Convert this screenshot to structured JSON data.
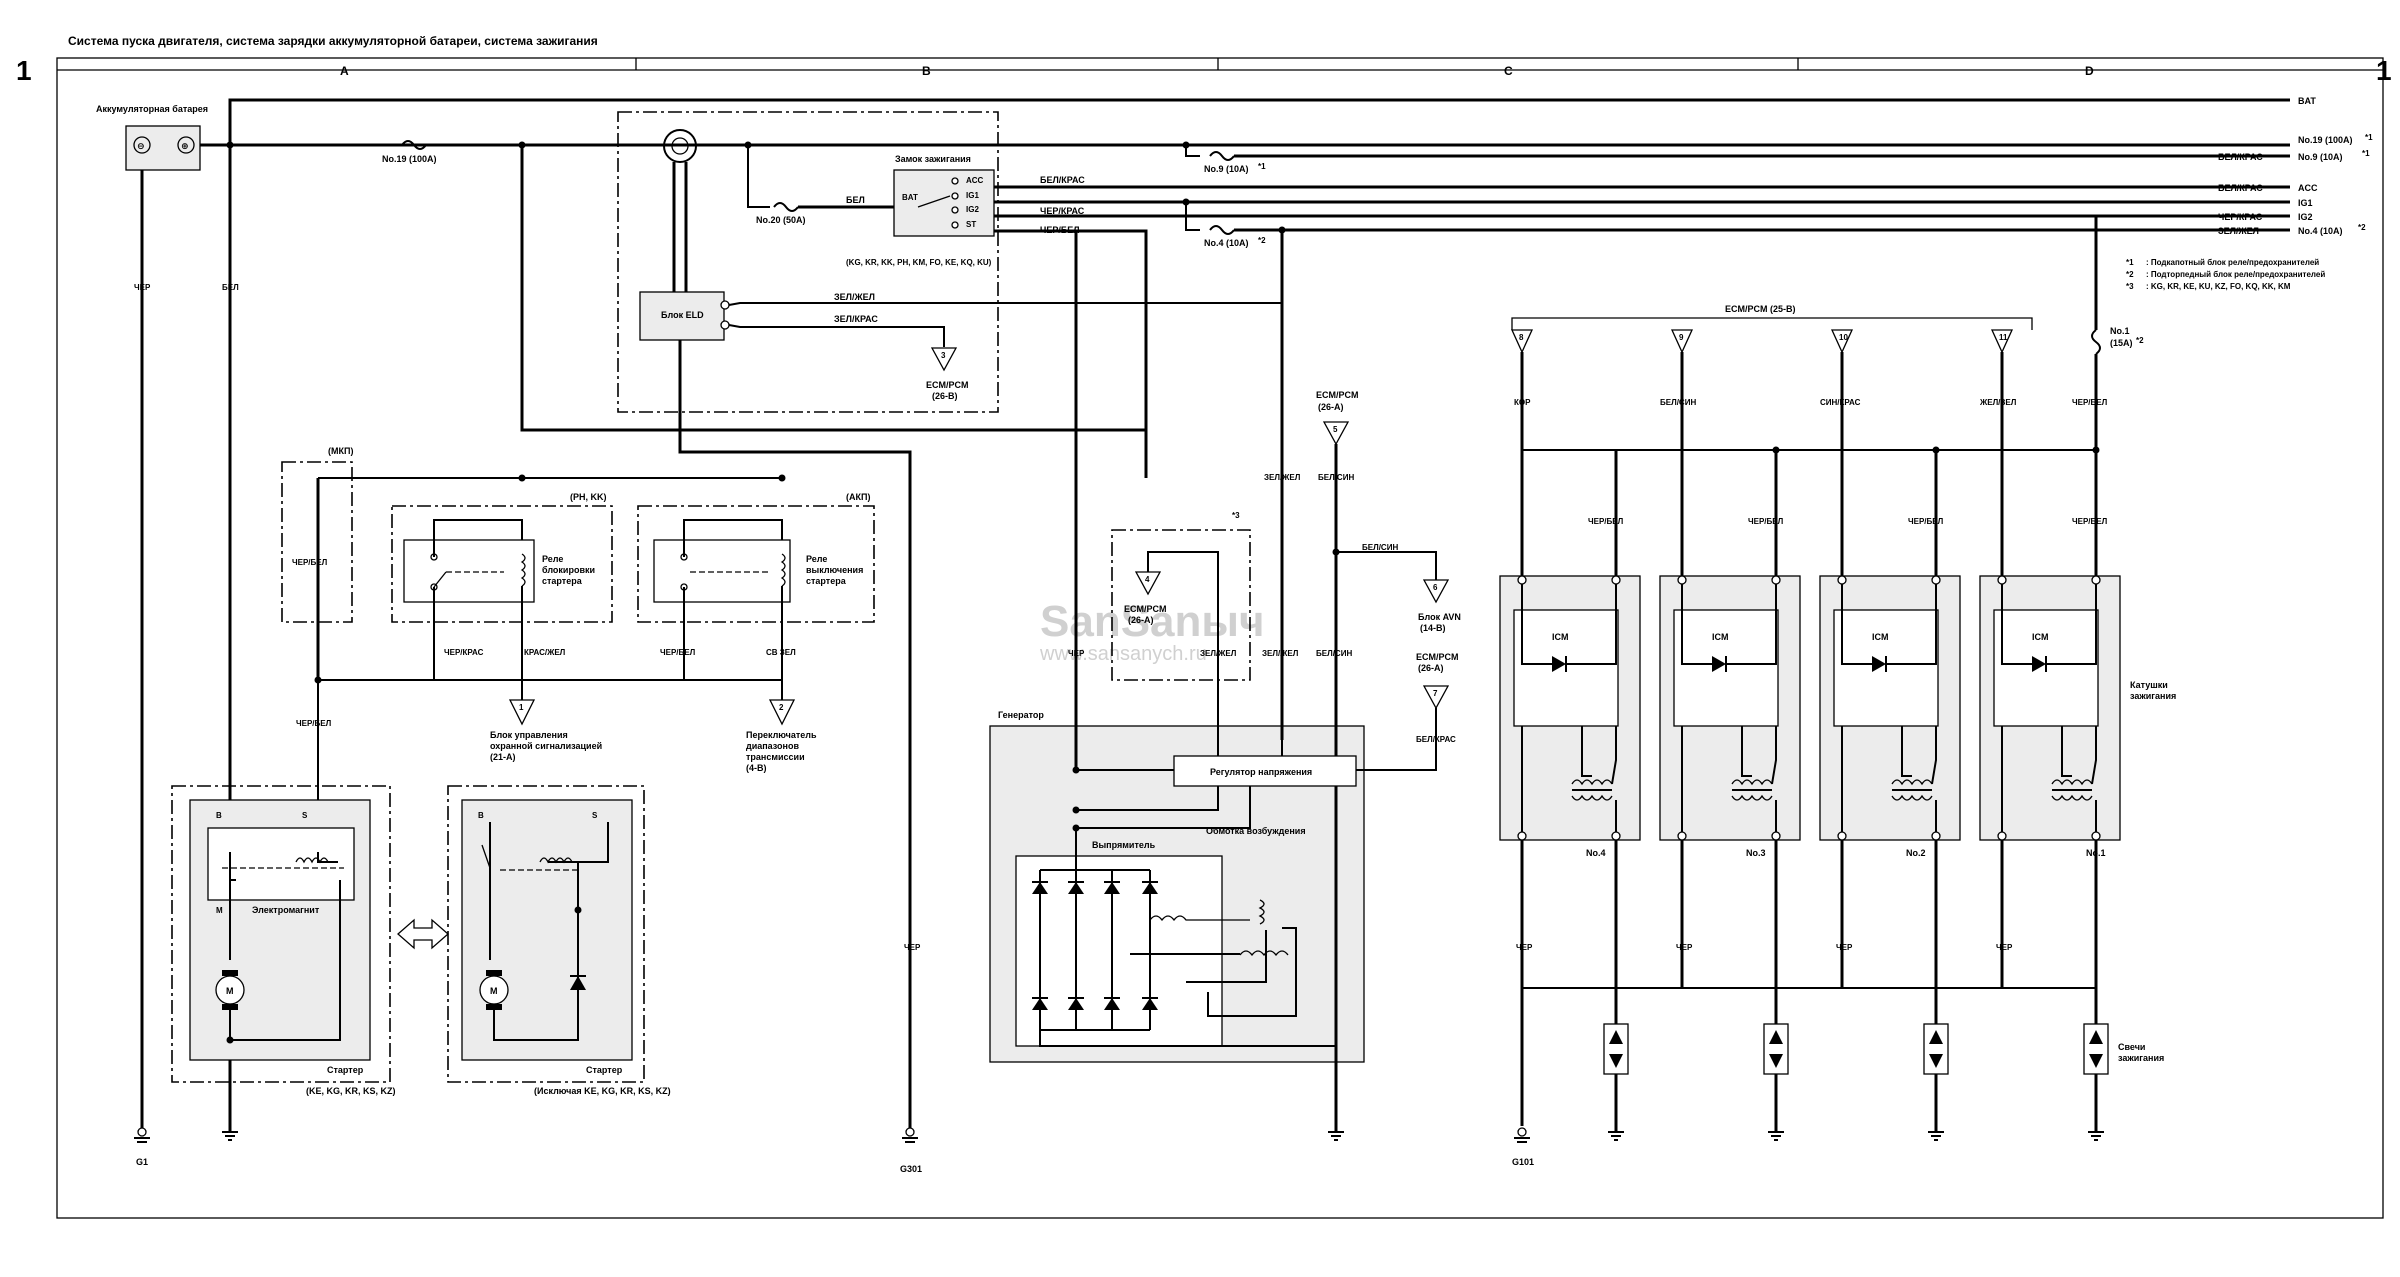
{
  "page_number": "1",
  "title": "Система пуска двигателя, система зарядки аккумуляторной батареи, система зажигания",
  "columns": [
    "A",
    "B",
    "C",
    "D"
  ],
  "watermark": {
    "text": "SanSanыч",
    "url": "www.sansanych.ru"
  },
  "battery": {
    "label": "Аккумуляторная батарея",
    "minus": "⊖",
    "plus": "⊕"
  },
  "fuses": {
    "f19_main": "No.19 (100A)",
    "f20": "No.20 (50A)",
    "f9": "No.9 (10A)",
    "f9_note": "*1",
    "f4": "No.4 (10A)",
    "f4_note": "*2",
    "f1": "No.1",
    "f1_b": "(15A)",
    "f1_note": "*2"
  },
  "right_bus": {
    "bat": "BAT",
    "r1": "No.19 (100A)",
    "r1_note": "*1",
    "r2_wire": "БЕЛ/КРАС",
    "r2": "No.9 (10A)",
    "r2_note": "*1",
    "acc_wire": "БЕЛ/КРАС",
    "acc": "ACC",
    "ig1": "IG1",
    "ig2_wire": "ЧЕР/КРАС",
    "ig2": "IG2",
    "r6_wire": "ЗЕЛ/ЖЕЛ",
    "r6": "No.4 (10A)",
    "r6_note": "*2"
  },
  "notes": [
    {
      "mark": "*1",
      "text": ": Подкапотный блок реле/предохранителей"
    },
    {
      "mark": "*2",
      "text": ": Подторпедный блок реле/предохранителей"
    },
    {
      "mark": "*3",
      "text": ": KG, KR, KE, KU, KZ, FO, KQ, KK, KM"
    }
  ],
  "ignition_switch": {
    "label": "Замок зажигания",
    "bat": "BAT",
    "acc": "ACC",
    "ig1": "IG1",
    "ig2": "IG2",
    "st": "ST",
    "variants": "(KG, KR, KK, PH, KM, FO, KE, KQ, KU)",
    "w_bel": "БЕЛ",
    "w_acc": "БЕЛ/КРАС",
    "w_ig2": "ЧЕР/КРАС",
    "w_st": "ЧЕР/БЕЛ"
  },
  "eld": {
    "label": "Блок ELD",
    "w1": "ЗЕЛ/ЖЕЛ",
    "w2": "ЗЕЛ/КРАС",
    "ecm_num": "3",
    "ecm": "ECM/PCM",
    "ecm_ref": "(26-B)"
  },
  "wires": {
    "cher": "ЧЕР",
    "bel": "БЕЛ",
    "cher_bel": "ЧЕР/БЕЛ",
    "cher_kras": "ЧЕР/КРАС",
    "kras_zhel": "КРАС/ЖЕЛ",
    "sv_zel": "СВ ЗЕЛ",
    "zel_zhel": "ЗЕЛ/ЖЕЛ",
    "bel_sin": "БЕЛ/СИН",
    "bel_kras": "БЕЛ/КРАС",
    "kor": "КОР",
    "sin_kras": "СИН/КРАС",
    "zhel_zel": "ЖЕЛ/ЗЕЛ"
  },
  "mkp": "(МКП)",
  "relay_block": {
    "variant": "(PH, KK)",
    "label1": "Реле",
    "label2": "блокировки",
    "label3": "стартера"
  },
  "relay_cut": {
    "variant": "(АКП)",
    "label1": "Реле",
    "label2": "выключения",
    "label3": "стартера"
  },
  "alarm": {
    "num": "1",
    "l1": "Блок управления",
    "l2": "охранной сигнализацией",
    "l3": "(21-A)"
  },
  "range_sw": {
    "num": "2",
    "l1": "Переключатель",
    "l2": "диапазонов",
    "l3": "трансмиссии",
    "l4": "(4-B)"
  },
  "starter1": {
    "b": "B",
    "s": "S",
    "m": "M",
    "solenoid": "Электромагнит",
    "label": "Стартер",
    "variant": "(KE, KG, KR, KS, KZ)"
  },
  "starter2": {
    "b": "B",
    "s": "S",
    "label": "Стартер",
    "variant": "(Исключая KE, KG, KR, KS, KZ)"
  },
  "motor_letter": "M",
  "grounds": {
    "g1": "G1",
    "g301": "G301",
    "g101": "G101"
  },
  "generator": {
    "label": "Генератор",
    "regulator": "Регулятор напряжения",
    "field": "Обмотка возбуждения",
    "rectifier": "Выпрямитель",
    "note": "*3",
    "ecm4_num": "4",
    "ecm4": "ECM/PCM",
    "ecm4_ref": "(26-A)"
  },
  "ecm5": {
    "num": "5",
    "l1": "ECM/PCM",
    "l2": "(26-A)"
  },
  "avn": {
    "num": "6",
    "l1": "Блок AVN",
    "l2": "(14-B)"
  },
  "ecm7": {
    "num": "7",
    "l1": "ECM/PCM",
    "l2": "(26-A)"
  },
  "ecm25": {
    "label": "ECM/PCM (25-B)",
    "pins": [
      "8",
      "9",
      "10",
      "11"
    ]
  },
  "coils": {
    "icm": "ICM",
    "names": [
      "No.4",
      "No.3",
      "No.2",
      "No.1"
    ],
    "label1": "Катушки",
    "label2": "зажигания"
  },
  "spark": {
    "l1": "Свечи",
    "l2": "зажигания"
  }
}
